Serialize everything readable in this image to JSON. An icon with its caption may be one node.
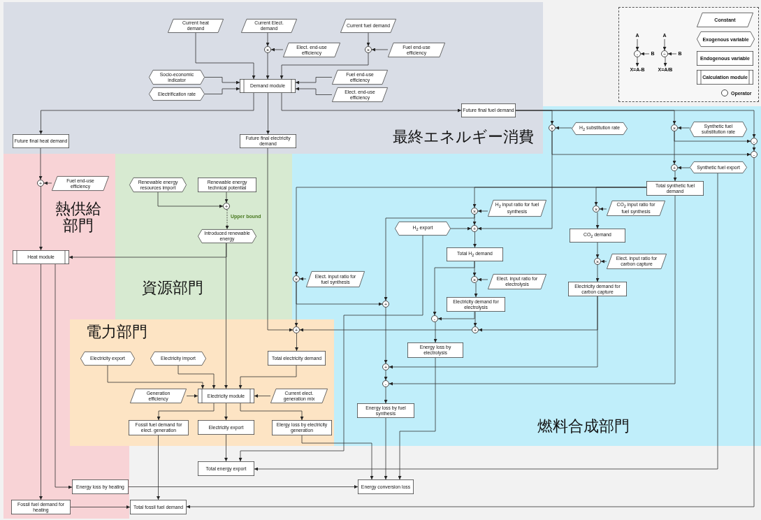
{
  "diagram": {
    "nodes": [
      {
        "text": [
          "最終エネルギー消費"
        ]
      },
      {
        "text": [
          "Current heat demand"
        ],
        "in": 0
      },
      {
        "text": [
          "Current Elect. demand"
        ],
        "in": 0
      },
      {
        "text": [
          "Current fuel demand"
        ],
        "in": 0
      },
      {
        "text": [
          "×"
        ],
        "in": 0
      },
      {
        "text": [
          "Elect. end-use efficiency"
        ],
        "in": 0
      },
      {
        "text": [
          "×"
        ],
        "in": 0
      },
      {
        "text": [
          "Fuel end-use efficiency"
        ],
        "in": 0
      },
      {
        "text": [
          "Socio-economic indicator"
        ],
        "in": 0
      },
      {
        "text": [
          "Electrification rate"
        ],
        "in": 0
      },
      {
        "text": [
          "Demand module"
        ],
        "in": 0
      },
      {
        "text": [
          "Fuel end-use efficiency"
        ],
        "in": 0
      },
      {
        "text": [
          "Elect. end-use efficiency"
        ],
        "in": 0
      },
      {
        "text": [
          "Future final fuel demand"
        ],
        "in": 0
      },
      {
        "text": [
          "Future final heat demand"
        ],
        "in": 0
      },
      {
        "text": [
          "Future final electricity demand"
        ],
        "in": 0
      },
      {
        "text": [
          "燃料合成部門"
        ]
      },
      {
        "text": [
          "×"
        ]
      },
      {
        "text": [
          "H$_{2}$ substitution rate"
        ]
      },
      {
        "text": [
          "×"
        ]
      },
      {
        "text": [
          "Synthetic fuel substitution rate"
        ]
      },
      {
        "text": [
          "-"
        ]
      },
      {
        "text": [
          "-"
        ]
      },
      {
        "text": [
          "+"
        ],
        "in": 16
      },
      {
        "text": [
          "Synthetic fuel export"
        ],
        "in": 16
      },
      {
        "text": [
          "Total synthetic fuel demand"
        ],
        "in": 16
      },
      {
        "text": [
          "×"
        ],
        "in": 16
      },
      {
        "text": [
          "H$_{2}$ input ratio for fuel synthesis"
        ],
        "in": 16
      },
      {
        "text": [
          "×"
        ],
        "in": 16
      },
      {
        "text": [
          "CO$_{2}$ input ratio for fuel synthesis"
        ],
        "in": 16
      },
      {
        "text": [
          "H$_{2}$ export"
        ],
        "in": 16
      },
      {
        "text": [
          "+"
        ],
        "in": 16
      },
      {
        "text": [
          "CO$_{2}$ demand"
        ],
        "in": 16
      },
      {
        "text": [
          "Total H$_{2}$ demand"
        ],
        "in": 16
      },
      {
        "text": [
          "×"
        ],
        "in": 16
      },
      {
        "text": [
          "Elect. input ratio for carbon capture"
        ],
        "in": 16
      },
      {
        "text": [
          "×"
        ]
      },
      {
        "text": [
          "Elect. input ratio for fuel synthesis"
        ]
      },
      {
        "text": [
          "×"
        ],
        "in": 16
      },
      {
        "text": [
          "Elect. input ratio for electrolysis"
        ],
        "in": 16
      },
      {
        "text": [
          "Electricity demand for carbon capture"
        ],
        "in": 16
      },
      {
        "text": [
          "+"
        ],
        "in": 16
      },
      {
        "text": [
          "Electricity demand for electrolysis"
        ],
        "in": 16
      },
      {
        "text": [
          "-"
        ],
        "in": 16
      },
      {
        "text": [
          "+"
        ],
        "in": 16
      },
      {
        "text": [
          "Energy loss by electrolysis"
        ],
        "in": 16
      },
      {
        "text": [
          "+"
        ],
        "in": 16
      },
      {
        "text": [
          "-"
        ],
        "in": 16
      },
      {
        "text": [
          "Energy loss by fuel synthesis"
        ],
        "in": 16
      },
      {
        "text": [
          "熱供給部門"
        ]
      },
      {
        "text": [
          "+"
        ],
        "in": 49
      },
      {
        "text": [
          "Fuel end-use efficiency"
        ],
        "in": 49
      },
      {
        "text": [
          "Heat module"
        ],
        "in": 49
      },
      {
        "text": [
          "資源部門"
        ]
      },
      {
        "text": [
          "Renewable energy resources import"
        ],
        "in": 53
      },
      {
        "text": [
          "Renewable energy technical potential"
        ],
        "in": 53
      },
      {
        "text": [
          "+"
        ],
        "in": 53
      },
      {
        "text": [
          "Introduced renewable energy"
        ],
        "in": 53
      },
      {
        "text": [
          "電力部門"
        ]
      },
      {
        "text": [
          "+"
        ],
        "in": 58
      },
      {
        "text": [
          "Electricity export"
        ],
        "in": 58
      },
      {
        "text": [
          "Electricity import"
        ],
        "in": 58
      },
      {
        "text": [
          "Total electricity demand"
        ],
        "in": 58
      },
      {
        "text": [
          "Generation efficiency"
        ],
        "in": 58
      },
      {
        "text": [
          "Electricity module"
        ],
        "in": 58
      },
      {
        "text": [
          "Current elect. generation mix"
        ],
        "in": 58
      },
      {
        "text": [
          "Fossil fuel demand for elect. generation"
        ],
        "in": 58
      },
      {
        "text": [
          "Electricity export"
        ],
        "in": 58
      },
      {
        "text": [
          "Elergy loss by electricity generation"
        ],
        "in": 58
      },
      {
        "text": [
          "Total energy export"
        ]
      },
      {
        "text": [
          "Energy loss by heating"
        ]
      },
      {
        "text": [
          "Energy conversion loss"
        ]
      },
      {
        "text": [
          "Fossil fuel demand for heating"
        ]
      },
      {
        "text": [
          "Total fossil fuel demand"
        ]
      },
      {
        "text": [
          "A"
        ]
      },
      {
        "text": [
          "-"
        ]
      },
      {
        "text": [
          "B"
        ]
      },
      {
        "text": [
          "X=A-B"
        ]
      },
      {
        "text": [
          "A"
        ]
      },
      {
        "text": [
          "÷"
        ]
      },
      {
        "text": [
          "B"
        ]
      },
      {
        "text": [
          "X=A/B"
        ]
      }
    ],
    "edges": [
      {
        "from": 1,
        "to": 10,
        "arrow": "to"
      },
      {
        "from": 2,
        "to": 4,
        "arrow": "to"
      },
      {
        "from": 5,
        "to": 4,
        "arrow": "to"
      },
      {
        "from": 3,
        "to": 6,
        "arrow": "to"
      },
      {
        "from": 7,
        "to": 6,
        "arrow": "to"
      },
      {
        "from": 4,
        "to": 10,
        "arrow": "to"
      },
      {
        "from": 6,
        "to": 10,
        "arrow": "to"
      },
      {
        "from": 8,
        "to": 10,
        "arrow": "to"
      },
      {
        "from": 9,
        "to": 10,
        "arrow": "to"
      },
      {
        "from": 11,
        "to": 10,
        "arrow": "to"
      },
      {
        "from": 12,
        "to": 10,
        "arrow": "to"
      },
      {
        "from": 10,
        "to": 14,
        "arrow": "to"
      },
      {
        "from": 10,
        "to": 15,
        "arrow": "to"
      },
      {
        "from": 10,
        "to": 13,
        "arrow": "to"
      },
      {
        "from": 13,
        "to": 17,
        "arrow": "to"
      },
      {
        "from": 13,
        "to": 19,
        "arrow": "to"
      },
      {
        "from": 13,
        "to": 21,
        "arrow": "to"
      },
      {
        "from": 18,
        "to": 17,
        "arrow": "to"
      },
      {
        "from": 20,
        "to": 19,
        "arrow": "to"
      },
      {
        "from": 19,
        "to": 21,
        "arrow": "to"
      },
      {
        "from": 17,
        "to": 22,
        "arrow": "to"
      },
      {
        "from": 21,
        "to": 22,
        "arrow": "to"
      },
      {
        "from": 22,
        "to": 73,
        "arrow": "to"
      },
      {
        "from": 19,
        "to": 23,
        "arrow": "to"
      },
      {
        "from": 24,
        "to": 23,
        "arrow": "to"
      },
      {
        "from": 23,
        "to": 25,
        "arrow": "to"
      },
      {
        "from": 25,
        "to": 26,
        "arrow": "to"
      },
      {
        "from": 25,
        "to": 28,
        "arrow": "to"
      },
      {
        "from": 25,
        "to": 36,
        "arrow": "to"
      },
      {
        "from": 25,
        "to": 47,
        "arrow": "to"
      },
      {
        "from": 27,
        "to": 26,
        "arrow": "to"
      },
      {
        "from": 29,
        "to": 28,
        "arrow": "to"
      },
      {
        "from": 26,
        "to": 31,
        "arrow": "to"
      },
      {
        "from": 26,
        "to": 41,
        "arrow": "to"
      },
      {
        "from": 30,
        "to": 31,
        "arrow": "to"
      },
      {
        "from": 17,
        "to": 31,
        "arrow": "to"
      },
      {
        "from": 31,
        "to": 33,
        "arrow": "to"
      },
      {
        "from": 28,
        "to": 32,
        "arrow": "to"
      },
      {
        "from": 32,
        "to": 34,
        "arrow": "to"
      },
      {
        "from": 35,
        "to": 34,
        "arrow": "to"
      },
      {
        "from": 34,
        "to": 40,
        "arrow": "to"
      },
      {
        "from": 33,
        "to": 38,
        "arrow": "to"
      },
      {
        "from": 39,
        "to": 38,
        "arrow": "to"
      },
      {
        "from": 38,
        "to": 42,
        "arrow": "to"
      },
      {
        "from": 33,
        "to": 43,
        "arrow": "to"
      },
      {
        "from": 42,
        "to": 43,
        "arrow": "to"
      },
      {
        "from": 42,
        "to": 44,
        "arrow": "to"
      },
      {
        "from": 40,
        "to": 44,
        "arrow": "to"
      },
      {
        "from": 40,
        "to": 46,
        "arrow": "to"
      },
      {
        "from": 43,
        "to": 45,
        "arrow": "to"
      },
      {
        "from": 44,
        "to": 59,
        "arrow": "to"
      },
      {
        "from": 37,
        "to": 36,
        "arrow": "to"
      },
      {
        "from": 36,
        "to": 59,
        "arrow": "to"
      },
      {
        "from": 36,
        "to": 41,
        "arrow": "to"
      },
      {
        "from": 41,
        "to": 46,
        "arrow": "to"
      },
      {
        "from": 46,
        "to": 47,
        "arrow": "to"
      },
      {
        "from": 47,
        "to": 48,
        "arrow": "to"
      },
      {
        "from": 45,
        "to": 71,
        "arrow": "to"
      },
      {
        "from": 48,
        "to": 71,
        "arrow": "to"
      },
      {
        "from": 30,
        "to": 69,
        "arrow": "to"
      },
      {
        "from": 24,
        "to": 69,
        "arrow": "to"
      },
      {
        "from": 14,
        "to": 50,
        "arrow": "to"
      },
      {
        "from": 51,
        "to": 50,
        "arrow": "to"
      },
      {
        "from": 50,
        "to": 52,
        "arrow": "to"
      },
      {
        "from": 57,
        "to": 52,
        "arrow": "to"
      },
      {
        "from": 54,
        "to": 56,
        "arrow": "to"
      },
      {
        "from": 55,
        "to": 56,
        "arrow": "to"
      },
      {
        "from": 56,
        "to": 57,
        "arrow": "to",
        "label": "Upper bound",
        "style": "dashed"
      },
      {
        "from": 57,
        "to": 64,
        "arrow": "to"
      },
      {
        "from": 15,
        "to": 59,
        "arrow": "to"
      },
      {
        "from": 59,
        "to": 62,
        "arrow": "to"
      },
      {
        "from": 62,
        "to": 64,
        "arrow": "to"
      },
      {
        "from": 60,
        "to": 64,
        "arrow": "to"
      },
      {
        "from": 61,
        "to": 64,
        "arrow": "to"
      },
      {
        "from": 63,
        "to": 64,
        "arrow": "to"
      },
      {
        "from": 65,
        "to": 64,
        "arrow": "to"
      },
      {
        "from": 64,
        "to": 66,
        "arrow": "to"
      },
      {
        "from": 64,
        "to": 67,
        "arrow": "to"
      },
      {
        "from": 64,
        "to": 68,
        "arrow": "to"
      },
      {
        "from": 67,
        "to": 69,
        "arrow": "to"
      },
      {
        "from": 68,
        "to": 71,
        "arrow": "to"
      },
      {
        "from": 52,
        "to": 70,
        "arrow": "to"
      },
      {
        "from": 52,
        "to": 72,
        "arrow": "to"
      },
      {
        "from": 70,
        "to": 71,
        "arrow": "to"
      },
      {
        "from": 72,
        "to": 73,
        "arrow": "to"
      },
      {
        "from": 66,
        "to": 73,
        "arrow": "to"
      },
      {
        "from": 74,
        "to": 75,
        "arrow": "to"
      },
      {
        "from": 76,
        "to": 75,
        "arrow": "to"
      },
      {
        "from": 75,
        "to": 77,
        "arrow": "to"
      },
      {
        "from": 78,
        "to": 79,
        "arrow": "to"
      },
      {
        "from": 80,
        "to": 79,
        "arrow": "to"
      },
      {
        "from": 79,
        "to": 81,
        "arrow": "to"
      }
    ],
    "legend": [
      {
        "text": "Constant"
      },
      {
        "text": "Exogenous variable"
      },
      {
        "text": "Endogenous variable"
      },
      {
        "text": "Calculation module"
      },
      {
        "text": "Operator"
      }
    ]
  }
}
